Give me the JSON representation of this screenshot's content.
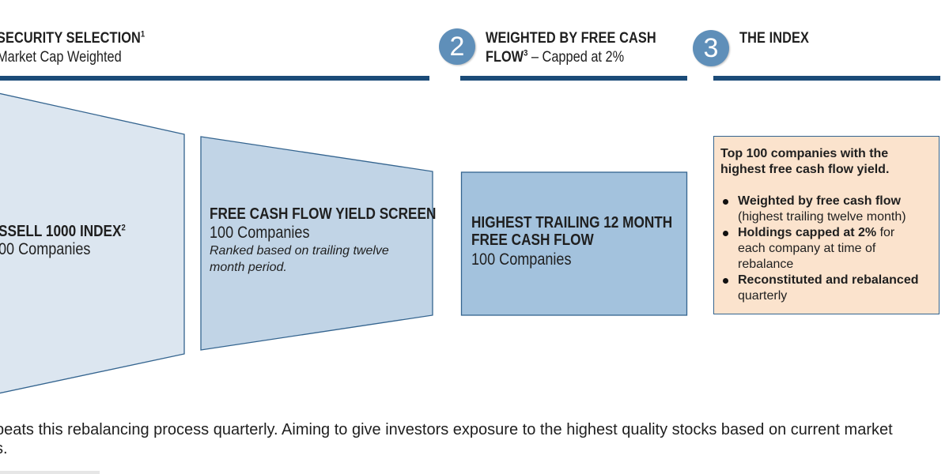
{
  "step1": {
    "title": "SECURITY SELECTION",
    "title_sup": "1",
    "subtitle": "Market Cap Weighted"
  },
  "step2": {
    "number": "2",
    "title_line1": "WEIGHTED BY FREE CASH",
    "title_line2": "FLOW",
    "title_sup": "3",
    "subtitle": "– Capped at 2%"
  },
  "step3": {
    "number": "3",
    "title": "THE INDEX"
  },
  "funnel1": {
    "title": "SSELL 1000 INDEX",
    "title_sup": "2",
    "count": "00 Companies"
  },
  "funnel2": {
    "title": "FREE CASH FLOW YIELD SCREEN",
    "count": "100 Companies",
    "note_line1": "Ranked based on trailing twelve",
    "note_line2": "month period."
  },
  "box2": {
    "title_line1": "HIGHEST TRAILING 12 MONTH",
    "title_line2": "FREE CASH FLOW",
    "count": "100 Companies"
  },
  "index": {
    "intro_line1": "Top 100 companies with the",
    "intro_line2": "highest free cash flow yield.",
    "bullets": [
      {
        "bold": "Weighted by free cash flow",
        "rest_line1": "(highest trailing twelve month)",
        "rest_line2": ""
      },
      {
        "bold": "Holdings capped at 2%",
        "tail": " for",
        "rest_line1": "each company at time of",
        "rest_line2": "rebalance"
      },
      {
        "bold": "Reconstituted and rebalanced",
        "rest_line1": "quarterly",
        "rest_line2": ""
      }
    ]
  },
  "footer": {
    "line1": "peats this rebalancing process quarterly. Aiming to give investors exposure to the highest quality stocks based on current market",
    "line2": "s."
  },
  "colors": {
    "rule": "#1b4b78",
    "funnel1": "#dce6f0",
    "funnel2": "#c1d4e6",
    "box2": "#a3c2dd",
    "index_box": "#fbe3cd",
    "circle": "#5f8fb9"
  }
}
